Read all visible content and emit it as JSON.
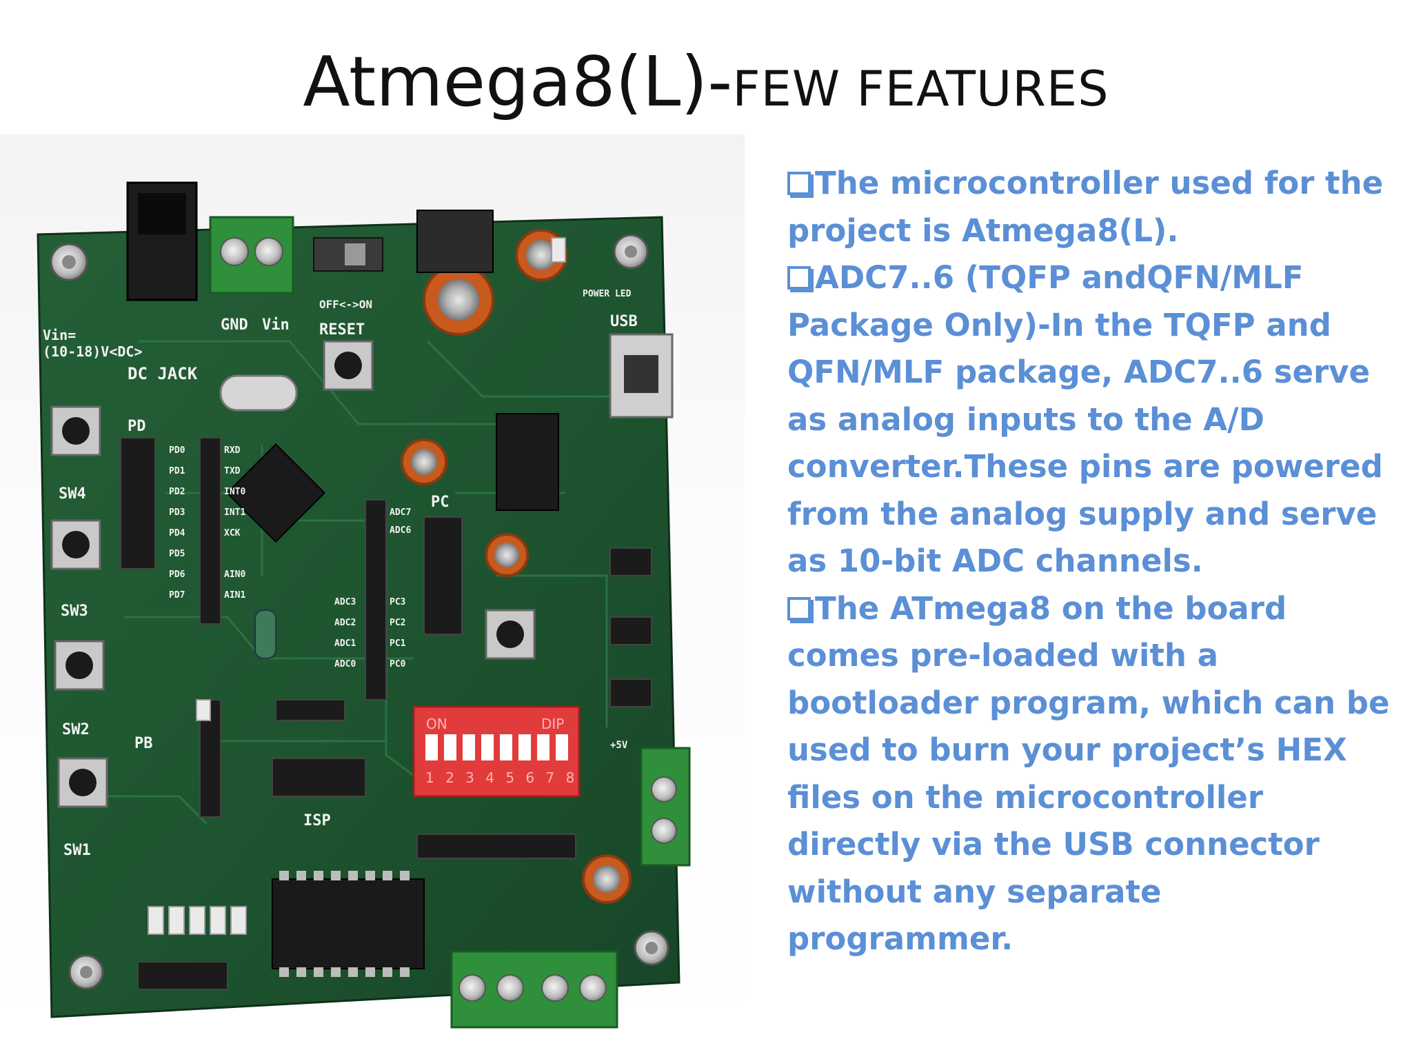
{
  "slide": {
    "title_main": "Atmega8(L)-",
    "title_sub": "FEW FEATURES"
  },
  "bullets": [
    {
      "icon": "checkbox-bullet-icon",
      "text": "The microcontroller used for the project is Atmega8(L)."
    },
    {
      "icon": "checkbox-bullet-icon",
      "text": "ADC7..6 (TQFP andQFN/MLF Package Only)-In the TQFP and QFN/MLF package, ADC7..6 serve as analog inputs to the A/D converter.These pins are powered from the analog supply and serve as 10-bit ADC channels."
    },
    {
      "icon": "checkbox-bullet-icon",
      "text": "The ATmega8 on the board comes pre-loaded with a bootloader program, which can be used to burn your project’s HEX files on the microcontroller directly via the USB connector without any separate programmer."
    }
  ],
  "board": {
    "silkscreen": {
      "vin": "Vin=",
      "vin_range": "(10-18)V<DC>",
      "dc_jack": "DC JACK",
      "gnd": "GND",
      "vin_short": "Vin",
      "off_on": "OFF<->ON",
      "reset": "RESET",
      "usb": "USB",
      "power_led": "POWER LED",
      "sw4": "SW4",
      "sw3": "SW3",
      "sw2": "SW2",
      "sw1": "SW1",
      "pd": "PD",
      "pb": "PB",
      "pc": "PC",
      "isp": "ISP",
      "dip_on": "ON",
      "dip": "DIP",
      "dip_numbers": "1 2 3 4 5 6 7 8",
      "plus5v": "+5V",
      "pd_pins": [
        "PD0",
        "PD1",
        "PD2",
        "PD3",
        "PD4",
        "PD5",
        "PD6",
        "PD7"
      ],
      "pd_funcs": [
        "RXD",
        "TXD",
        "INT0",
        "INT1",
        "XCK",
        "",
        "AIN0",
        "AIN1"
      ],
      "pc_pins": [
        "ADC7",
        "ADC6",
        "",
        "",
        "PC3",
        "PC2",
        "PC1",
        "PC0"
      ],
      "adc_pins": [
        "ADC3",
        "ADC2",
        "ADC1",
        "ADC0"
      ]
    },
    "colors": {
      "pcb": "#1f5a32",
      "pcb_dark": "#143f22",
      "dip_switch": "#e23b3b",
      "terminal": "#2f8f3a",
      "capacitor": "#c85a1e",
      "text_blue": "#5b8fd6"
    }
  }
}
